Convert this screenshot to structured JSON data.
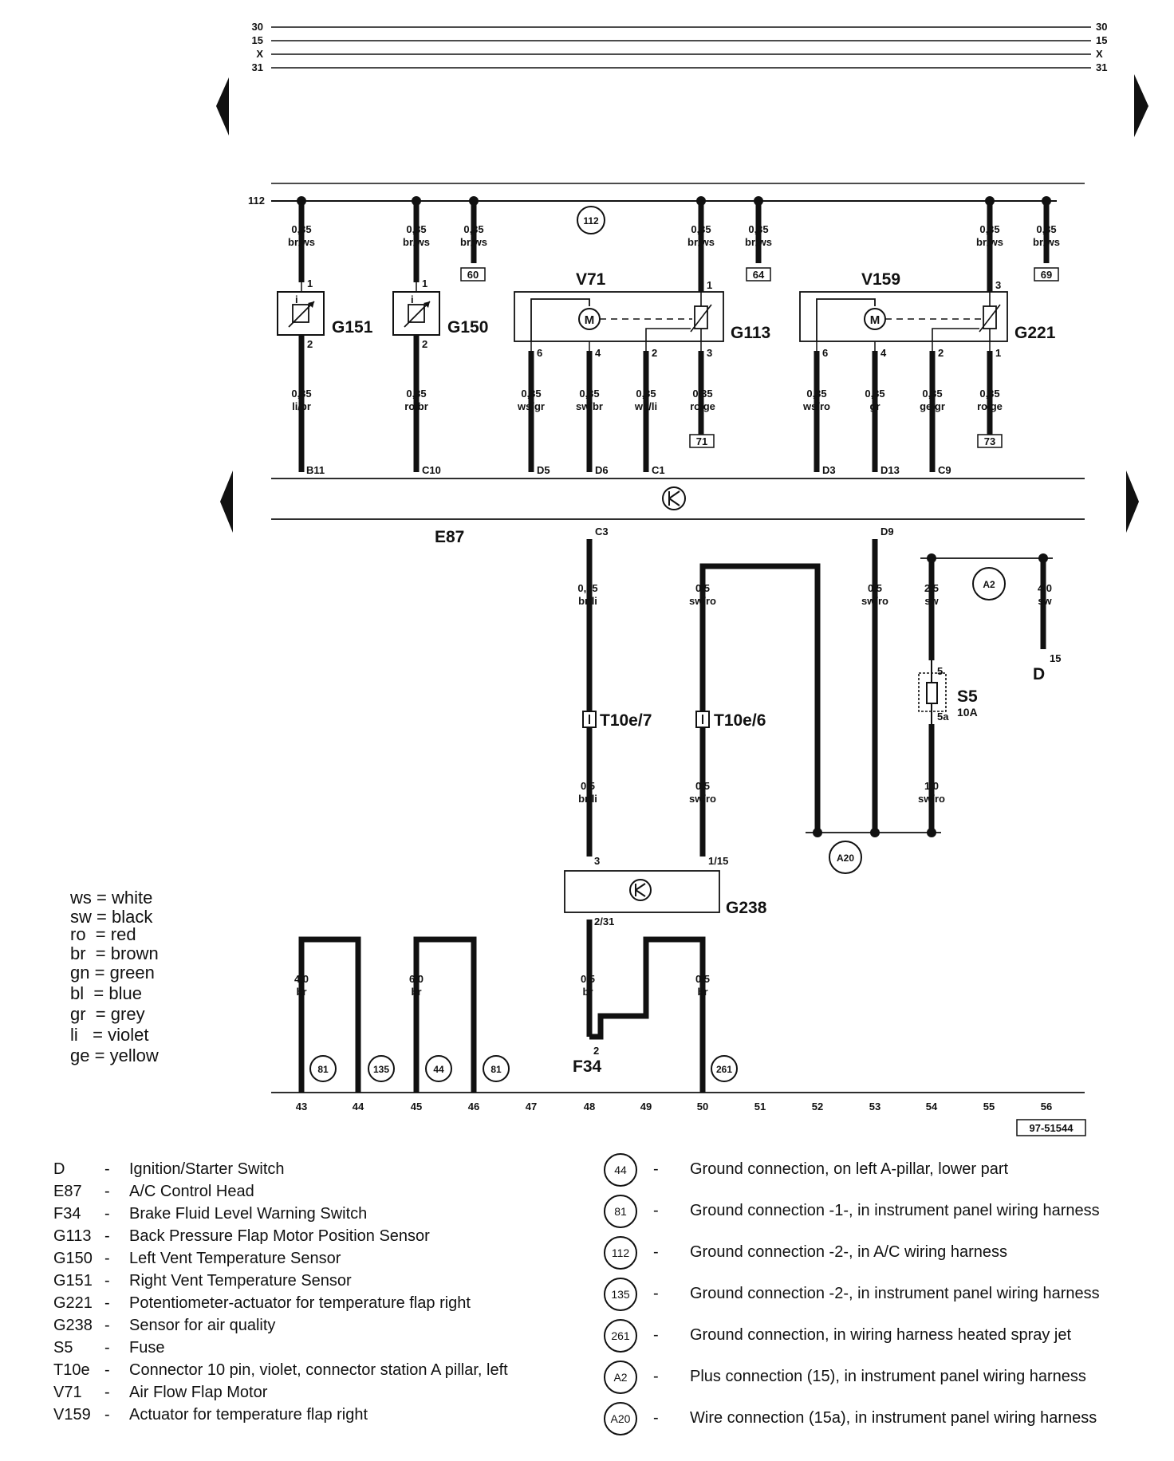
{
  "bus": {
    "top": [
      "30",
      "15",
      "X",
      "31"
    ],
    "ground_bus": "112"
  },
  "components": {
    "V71": "V71",
    "V159": "V159",
    "G151": "G151",
    "G150": "G150",
    "G113": "G113",
    "G221": "G221",
    "E87": "E87",
    "G238": "G238",
    "S5": "S5",
    "S5_rating": "10A",
    "F34": "F34",
    "D": "D",
    "T10e7": "T10e/7",
    "T10e6": "T10e/6"
  },
  "wires": {
    "w60": [
      "0,35",
      "br/ws"
    ],
    "w64": [
      "0,35",
      "br/ws"
    ],
    "w69": [
      "0,35",
      "br/ws"
    ],
    "g151_top": [
      "0,35",
      "br/ws"
    ],
    "g150_top": [
      "0,35",
      "br/ws"
    ],
    "g113_top": [
      "0,35",
      "br/ws"
    ],
    "g221_top": [
      "0,35",
      "br/ws"
    ],
    "b11": [
      "0,35",
      "li/br"
    ],
    "c10": [
      "0,35",
      "ro/br"
    ],
    "d5": [
      "0,35",
      "ws/gr"
    ],
    "d6": [
      "0,35",
      "sw/br"
    ],
    "c1": [
      "0,35",
      "ws/li"
    ],
    "v71_3": [
      "0,35",
      "ro/ge"
    ],
    "d3": [
      "0,35",
      "ws/ro"
    ],
    "d13": [
      "0,35",
      "gr"
    ],
    "c9": [
      "0,35",
      "ge/gr"
    ],
    "v159_1": [
      "0,35",
      "ro/ge"
    ],
    "c3": [
      "0,35",
      "br/li"
    ],
    "sw_ro_a": [
      "0,5",
      "sw/ro"
    ],
    "d9": [
      "0,5",
      "sw/ro"
    ],
    "s5_in": [
      "2,5",
      "sw"
    ],
    "d_in": [
      "4,0",
      "sw"
    ],
    "t7_low": [
      "0,5",
      "br/li"
    ],
    "t6_low": [
      "0,5",
      "sw/ro"
    ],
    "s5_out": [
      "1,0",
      "sw/ro"
    ],
    "gnd43": [
      "4,0",
      "br"
    ],
    "gnd45": [
      "6,0",
      "br"
    ],
    "g238_out": [
      "0,5",
      "br"
    ],
    "gnd50": [
      "0,5",
      "br"
    ]
  },
  "pins": {
    "g151_1": "1",
    "g151_2": "2",
    "g150_1": "1",
    "g150_2": "2",
    "v71_6": "6",
    "v71_4": "4",
    "g113_2": "2",
    "g113_3": "3",
    "g113_1": "1",
    "v159_6": "6",
    "v159_4": "4",
    "g221_2": "2",
    "g221_1": "1",
    "g221_3": "3",
    "B11": "B11",
    "C10": "C10",
    "D5": "D5",
    "D6": "D6",
    "C1": "C1",
    "D3": "D3",
    "D13": "D13",
    "C9": "C9",
    "C3": "C3",
    "D9": "D9",
    "s5_5": "5",
    "s5_5a": "5a",
    "d_15": "15",
    "g238_3": "3",
    "g238_115": "1/15",
    "g238_231": "2/31",
    "f34_2": "2"
  },
  "refs": {
    "r60": "60",
    "r64": "64",
    "r69": "69",
    "r71": "71",
    "r73": "73"
  },
  "ground_points": {
    "g112": "112",
    "A2": "A2",
    "A20": "A20",
    "g81a": "81",
    "g135": "135",
    "g44": "44",
    "g81b": "81",
    "g261": "261"
  },
  "track_numbers": [
    "43",
    "44",
    "45",
    "46",
    "47",
    "48",
    "49",
    "50",
    "51",
    "52",
    "53",
    "54",
    "55",
    "56"
  ],
  "diagram_id": "97-51544",
  "color_legend": [
    {
      "code": "ws",
      "eq": "=",
      "name": "white"
    },
    {
      "code": "sw",
      "eq": "=",
      "name": "black"
    },
    {
      "code": "ro",
      "eq": "=",
      "name": "red"
    },
    {
      "code": "br",
      "eq": "=",
      "name": "brown"
    },
    {
      "code": "gn",
      "eq": "=",
      "name": "green"
    },
    {
      "code": "bl",
      "eq": "=",
      "name": "blue"
    },
    {
      "code": "gr",
      "eq": "=",
      "name": "grey"
    },
    {
      "code": "li",
      "eq": "=",
      "name": "violet"
    },
    {
      "code": "ge",
      "eq": "=",
      "name": "yellow"
    }
  ],
  "component_legend": [
    {
      "code": "D",
      "text": "Ignition/Starter Switch"
    },
    {
      "code": "E87",
      "text": "A/C Control Head"
    },
    {
      "code": "F34",
      "text": "Brake Fluid Level Warning Switch"
    },
    {
      "code": "G113",
      "text": "Back Pressure Flap Motor Position Sensor"
    },
    {
      "code": "G150",
      "text": "Left Vent Temperature Sensor"
    },
    {
      "code": "G151",
      "text": "Right Vent Temperature Sensor"
    },
    {
      "code": "G221",
      "text": "Potentiometer-actuator for temperature flap right"
    },
    {
      "code": "G238",
      "text": "Sensor for air quality"
    },
    {
      "code": "S5",
      "text": "Fuse"
    },
    {
      "code": "T10e",
      "text": "Connector 10 pin, violet, connector station A pillar, left"
    },
    {
      "code": "V71",
      "text": "Air Flow Flap Motor"
    },
    {
      "code": "V159",
      "text": "Actuator for temperature flap right"
    }
  ],
  "ground_legend": [
    {
      "id": "44",
      "text": "Ground connection, on left A-pillar, lower part"
    },
    {
      "id": "81",
      "text": "Ground connection -1-, in instrument panel wiring harness"
    },
    {
      "id": "112",
      "text": "Ground connection -2-, in A/C wiring harness"
    },
    {
      "id": "135",
      "text": "Ground connection -2-, in instrument panel wiring harness"
    },
    {
      "id": "261",
      "text": "Ground connection, in wiring harness heated spray jet"
    },
    {
      "id": "A2",
      "text": "Plus connection (15), in instrument panel wiring harness"
    },
    {
      "id": "A20",
      "text": "Wire connection (15a), in instrument panel wiring harness"
    }
  ]
}
